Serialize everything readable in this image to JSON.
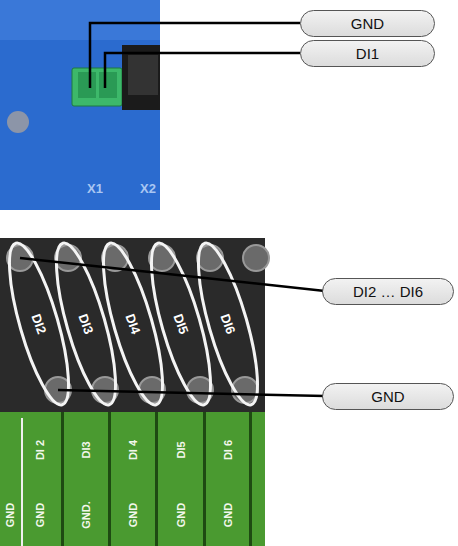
{
  "diagram": {
    "nodes": [
      {
        "text": [
          "GND"
        ]
      },
      {
        "text": [
          "DI1"
        ]
      },
      {
        "text": [
          "DI2 … DI6"
        ]
      },
      {
        "text": [
          "GND"
        ]
      }
    ],
    "labels": [
      "X1",
      "X2",
      "DI2",
      "DI3",
      "DI4",
      "DI5",
      "DI6",
      "DI 2",
      "DI3",
      "DI 4",
      "DI5",
      "DI 6",
      "GND",
      "GND",
      "GND.",
      "GND",
      "GND",
      "GND"
    ]
  }
}
